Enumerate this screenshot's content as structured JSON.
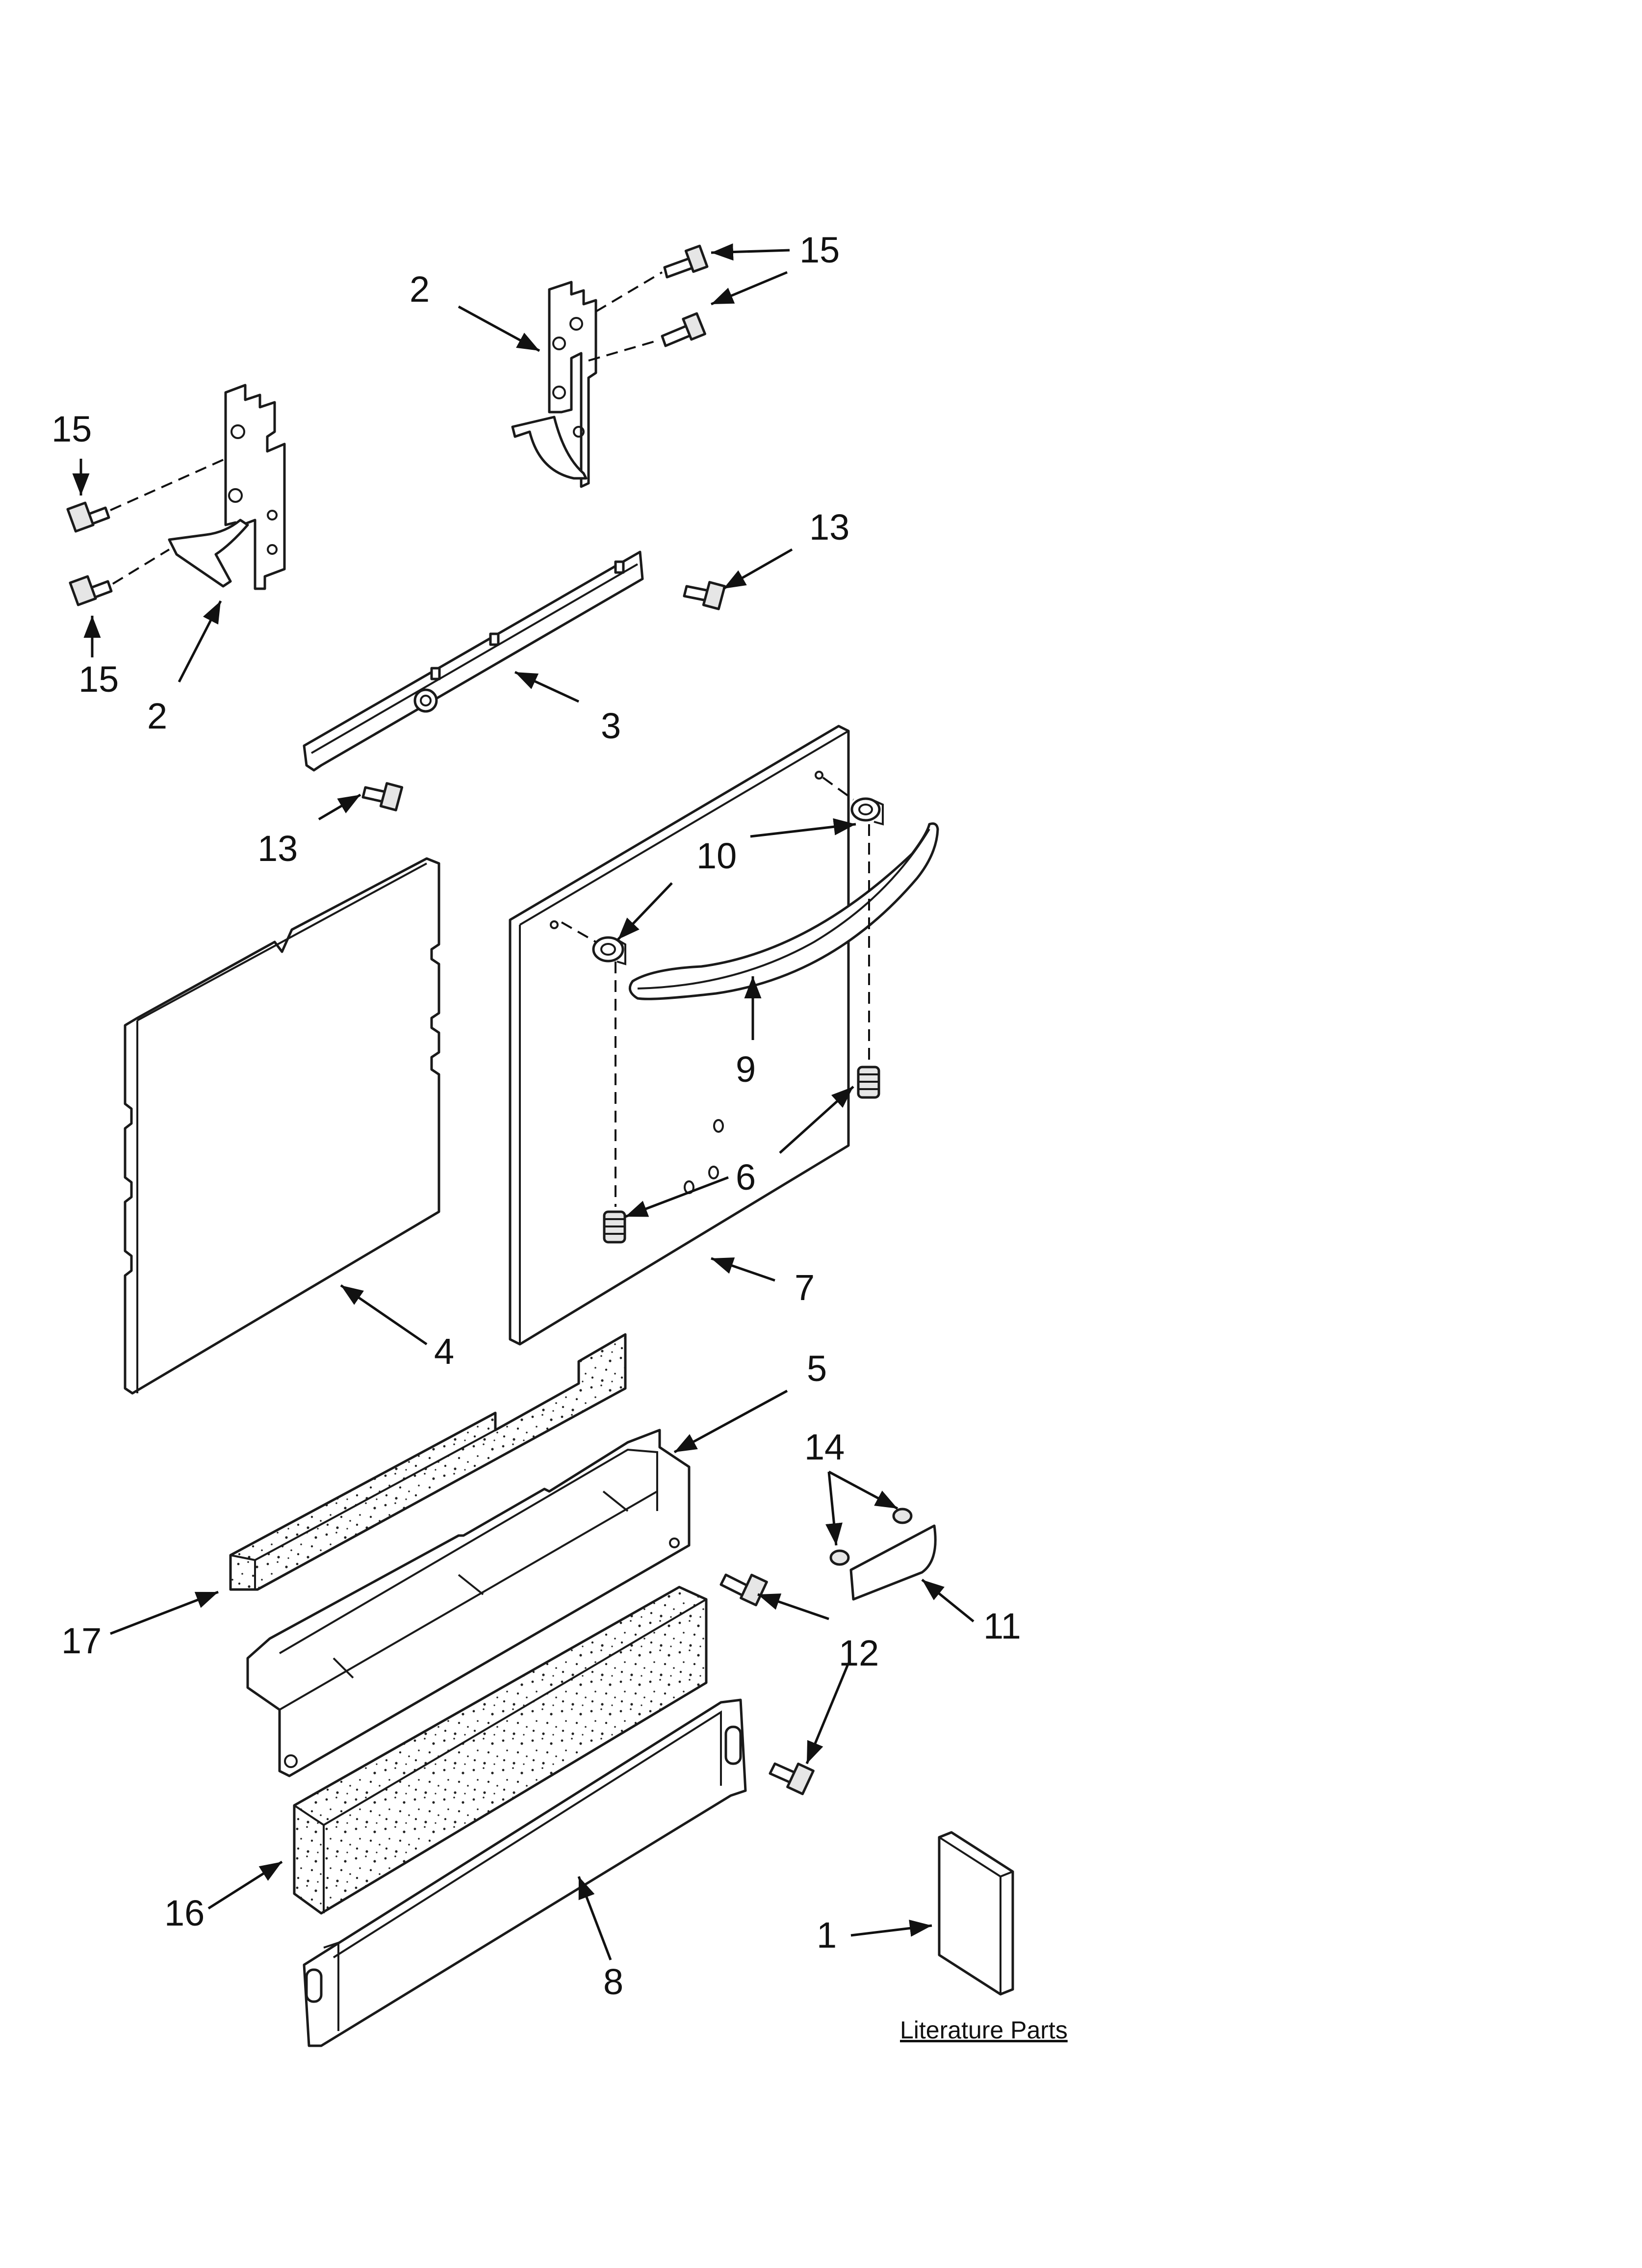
{
  "labels": {
    "c1": "1",
    "c2": "2",
    "c3": "3",
    "c4": "4",
    "c5": "5",
    "c6": "6",
    "c7": "7",
    "c8": "8",
    "c9": "9",
    "c10": "10",
    "c11": "11",
    "c12": "12",
    "c13": "13",
    "c14": "14",
    "c15": "15",
    "c16": "16",
    "c17": "17"
  },
  "literature_caption": "Literature Parts"
}
